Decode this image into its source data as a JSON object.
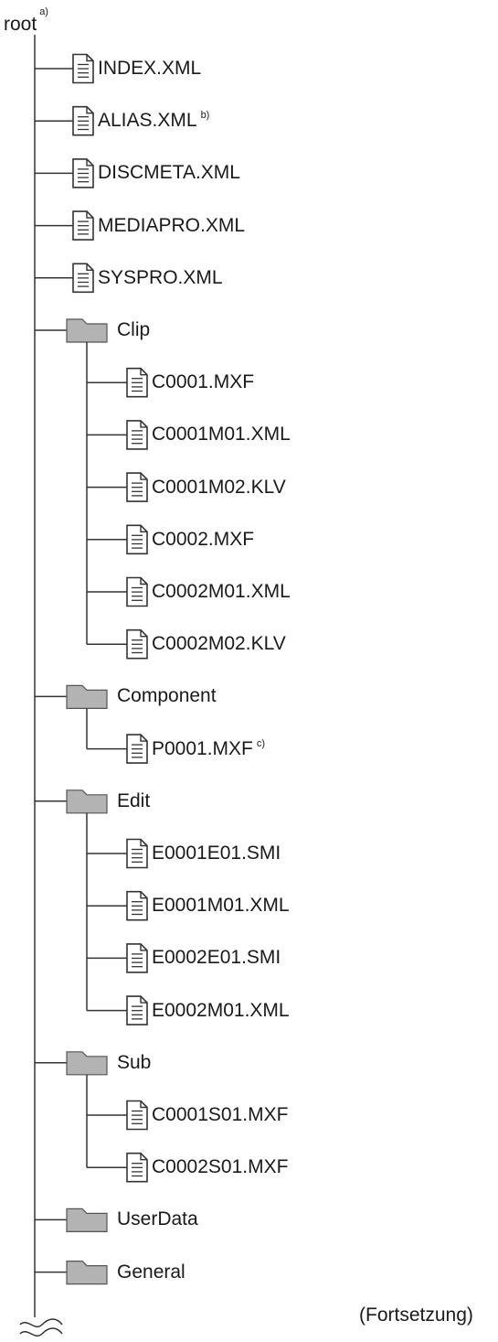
{
  "root": {
    "label": "root",
    "note": "a)"
  },
  "continuation": "(Fortsetzung)",
  "icons": {
    "file": "file-document-icon",
    "folder": "folder-icon",
    "break": "wavy-break-icon"
  },
  "colors": {
    "folder_fill": "#b3b3b3",
    "line": "#333333"
  },
  "tree": [
    {
      "type": "file",
      "name": "INDEX.XML"
    },
    {
      "type": "file",
      "name": "ALIAS.XML",
      "note": "b)"
    },
    {
      "type": "file",
      "name": "DISCMETA.XML"
    },
    {
      "type": "file",
      "name": "MEDIAPRO.XML"
    },
    {
      "type": "file",
      "name": "SYSPRO.XML"
    },
    {
      "type": "folder",
      "name": "Clip",
      "children": [
        {
          "type": "file",
          "name": "C0001.MXF"
        },
        {
          "type": "file",
          "name": "C0001M01.XML"
        },
        {
          "type": "file",
          "name": "C0001M02.KLV"
        },
        {
          "type": "file",
          "name": "C0002.MXF"
        },
        {
          "type": "file",
          "name": "C0002M01.XML"
        },
        {
          "type": "file",
          "name": "C0002M02.KLV"
        }
      ]
    },
    {
      "type": "folder",
      "name": "Component",
      "children": [
        {
          "type": "file",
          "name": "P0001.MXF",
          "note": "c)"
        }
      ]
    },
    {
      "type": "folder",
      "name": "Edit",
      "children": [
        {
          "type": "file",
          "name": "E0001E01.SMI"
        },
        {
          "type": "file",
          "name": "E0001M01.XML"
        },
        {
          "type": "file",
          "name": "E0002E01.SMI"
        },
        {
          "type": "file",
          "name": "E0002M01.XML"
        }
      ]
    },
    {
      "type": "folder",
      "name": "Sub",
      "children": [
        {
          "type": "file",
          "name": "C0001S01.MXF"
        },
        {
          "type": "file",
          "name": "C0002S01.MXF"
        }
      ]
    },
    {
      "type": "folder",
      "name": "UserData"
    },
    {
      "type": "folder",
      "name": "General"
    }
  ]
}
